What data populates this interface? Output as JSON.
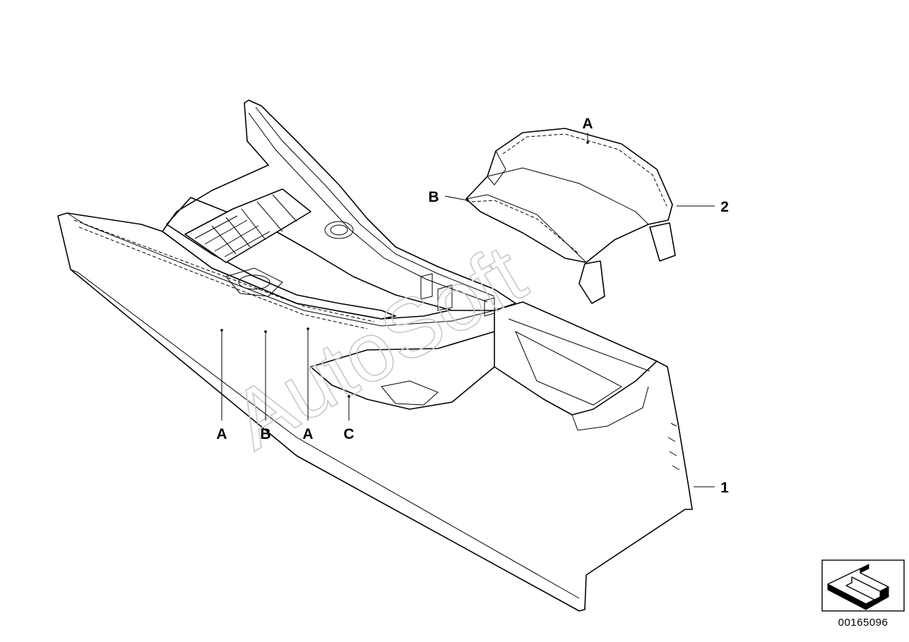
{
  "diagram": {
    "diagram_id": "00165096",
    "watermark": "AutoSoft",
    "callouts": {
      "console_A_left": "A",
      "console_B": "B",
      "console_A_mid": "A",
      "console_C": "C",
      "armrest_A": "A",
      "armrest_B": "B",
      "part_1": "1",
      "part_2": "2"
    },
    "icons": {
      "orientation": "direction-arrow-icon"
    },
    "colors": {
      "line": "#000000",
      "background": "#ffffff",
      "watermark": "#c8c8c8"
    }
  }
}
